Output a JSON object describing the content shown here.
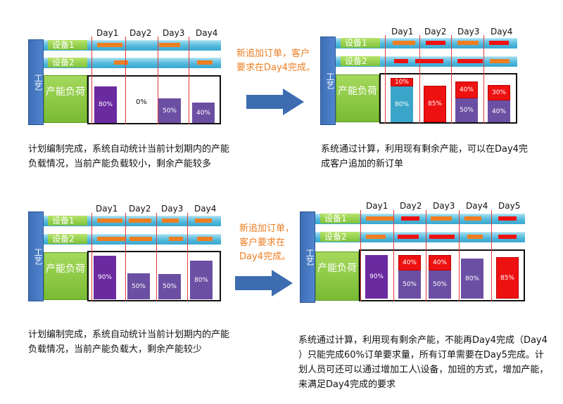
{
  "labels": {
    "process": "工艺",
    "eq1": "设备1",
    "eq2": "设备2",
    "load": "产能负荷"
  },
  "days4": [
    "Day1",
    "Day2",
    "Day3",
    "Day4"
  ],
  "days5": [
    "Day1",
    "Day2",
    "Day3",
    "Day4",
    "Day5"
  ],
  "panel1": {
    "values": [
      "80%",
      "0%",
      "50%",
      "40%"
    ]
  },
  "panel2": {
    "base": [
      "80%",
      "85%",
      "50%",
      "40%"
    ],
    "added": [
      "10%",
      "",
      "40%",
      "30%"
    ]
  },
  "panel3": {
    "values": [
      "90%",
      "50%",
      "50%",
      "80%"
    ]
  },
  "panel4": {
    "base": [
      "90%",
      "50%",
      "50%",
      "80%",
      "85%"
    ],
    "added": [
      "",
      "40%",
      "40%",
      "",
      ""
    ]
  },
  "notes": {
    "top": "新追加订单，客户\n要求在Day4完成。",
    "bottom": "新追加订单，\n客户要求在\nDay4完成。"
  },
  "captions": {
    "c1": "计划编制完成，系统自动统计当前计划期内的产能\n负载情况，当前产能负载较小，剩余产能较多",
    "c2": "系统通过计算，利用现有剩余产能，可以在Day4完\n成客户追加的新订单",
    "c3": "计划编制完成，系统自动统计当前计划期内的产能\n负载情况，当前产能负载大，剩余产能较少",
    "c4": "系统通过计算，利用现有剩余产能，不能再Day4完成（Day4\n）只能完成60%订单要求量，所有订单需要在Day5完成。计\n划人员可还可以通过增加工人\\设备，加班的方式，增加产能，\n来满足Day4完成的要求"
  },
  "colors": {
    "accent": "#ee7e22",
    "overload": "#ee1111",
    "base": "#6a2aa0",
    "side": "#3f6fb6",
    "green": "#79bb33"
  }
}
